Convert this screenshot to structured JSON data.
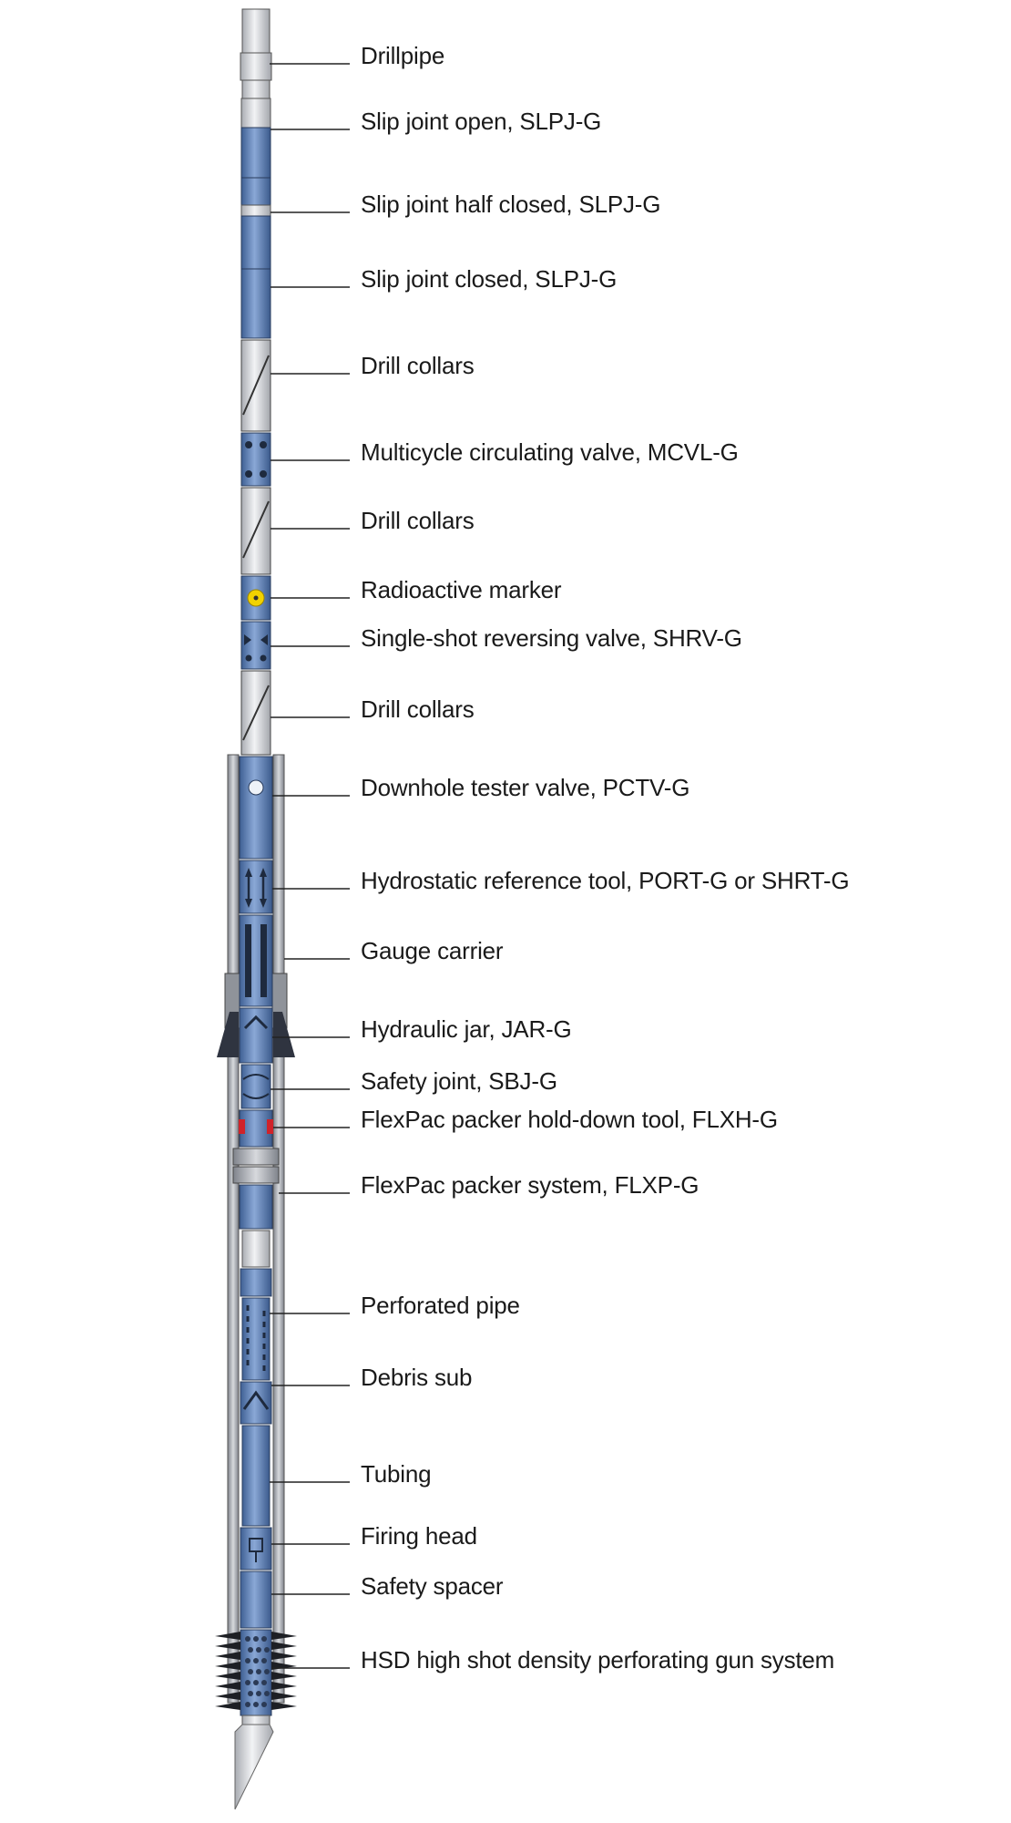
{
  "colors": {
    "tool_blue": "#4f72a8",
    "tool_blue_light": "#7e9fcf",
    "pipe_grey": "#c9cbcf",
    "casing_grey": "#9a9ea5",
    "dark": "#1e2a3e",
    "marker_yellow": "#f2d200",
    "red": "#d0232a"
  },
  "labels": [
    "Drillpipe",
    "Slip joint open, SLPJ-G",
    "Slip joint half closed, SLPJ-G",
    "Slip joint closed, SLPJ-G",
    "Drill collars",
    "Multicycle circulating valve, MCVL-G",
    "Drill collars",
    "Radioactive marker",
    "Single-shot reversing valve, SHRV-G",
    "Drill collars",
    "Downhole tester valve, PCTV-G",
    "Hydrostatic reference tool, PORT-G or SHRT-G",
    "Gauge carrier",
    "Hydraulic jar, JAR-G",
    "Safety joint, SBJ-G",
    "FlexPac packer hold-down tool, FLXH-G",
    "FlexPac packer system, FLXP-G",
    "Perforated pipe",
    "Debris sub",
    "Tubing",
    "Firing head",
    "Safety spacer",
    "HSD high shot density perforating gun system"
  ]
}
